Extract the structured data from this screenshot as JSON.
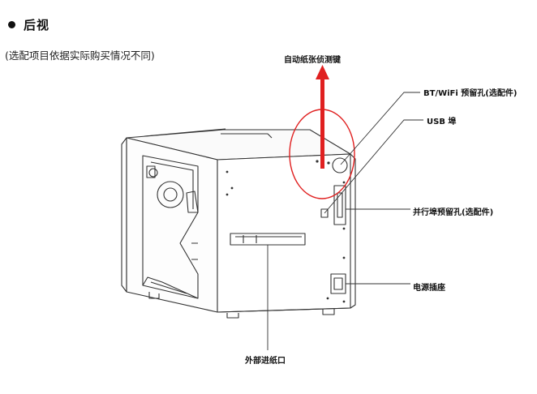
{
  "section": {
    "title": "后视",
    "note": "(选配项目依据实际购买情况不同)"
  },
  "callouts": {
    "auto_sensor": "自动纸张侦测键",
    "bt_wifi": "BT/WiFi 预留孔(选配件)",
    "usb": "USB  埠",
    "parallel": "并行埠预留孔(选配件)",
    "power": "电源插座",
    "external_feed": "外部进纸口"
  },
  "colors": {
    "highlight": "#e02020",
    "line": "#333333"
  }
}
